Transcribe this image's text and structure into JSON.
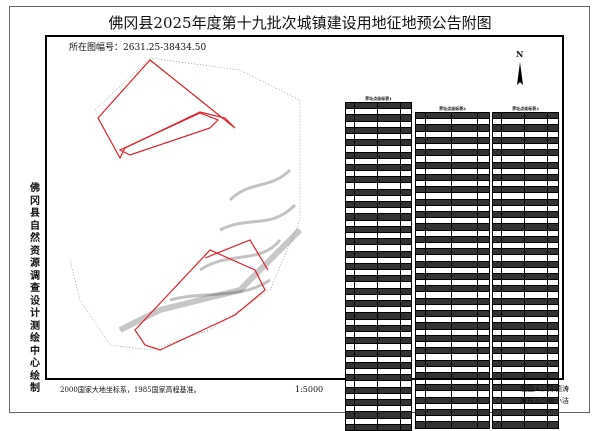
{
  "title": "佛冈县2025年度第十九批次城镇建设用地征地预公告附图",
  "sheet_label": "所在图幅号：2631.25-38434.50",
  "vertical_credit": "佛冈县自然资源调查设计测绘中心绘制",
  "coordinate_note": "2000国家大地坐标系，1985国家高程基准。",
  "scale": "1:5000",
  "drawn_by": "制图人：陈德涛",
  "reviewed_by": "审核人：黄小洁",
  "north_label": "N",
  "tables": [
    {
      "caption": "界址点坐标表1"
    },
    {
      "caption": "界址点坐标表2"
    },
    {
      "caption": "界址点坐标表3"
    }
  ],
  "colors": {
    "boundary": "#e0202a",
    "frame": "#000000"
  }
}
